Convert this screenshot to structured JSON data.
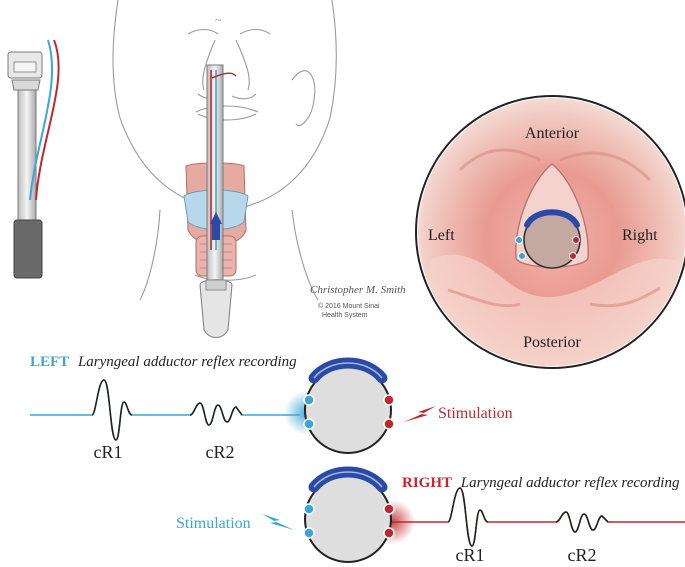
{
  "figure": {
    "endoscopic_view": {
      "orientation_labels": {
        "anterior": "Anterior",
        "posterior": "Posterior",
        "left": "Left",
        "right": "Right"
      }
    },
    "copyright": {
      "signature": "Christopher M. Smith",
      "line1": "© 2016 Mount Sinai",
      "line2": "Health System"
    },
    "left_recording": {
      "side_label": "LEFT",
      "title": "Laryngeal adductor reflex recording",
      "stimulation_label": "Stimulation",
      "responses": [
        "cR1",
        "cR2"
      ]
    },
    "right_recording": {
      "side_label": "RIGHT",
      "title": "Laryngeal adductor reflex recording",
      "stimulation_label": "Stimulation",
      "responses": [
        "cR1",
        "cR2"
      ]
    }
  },
  "colors": {
    "left_blue": "#3aa6d8",
    "right_red": "#c0282c",
    "cord_arc_blue": "#2a4aa8",
    "tissue_pink": "#e59a92",
    "trachea_gray": "#d9d9d9"
  }
}
